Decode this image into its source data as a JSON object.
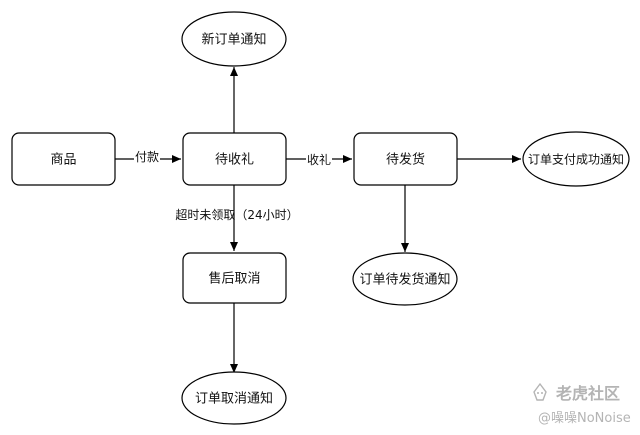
{
  "diagram": {
    "nodes": {
      "product": {
        "label": "商品",
        "shape": "rounded-rect"
      },
      "pending_gift": {
        "label": "待收礼",
        "shape": "rounded-rect"
      },
      "pending_ship": {
        "label": "待发货",
        "shape": "rounded-rect"
      },
      "cancel": {
        "label": "售后取消",
        "shape": "rounded-rect"
      },
      "new_order_notice": {
        "label": "新订单通知",
        "shape": "ellipse"
      },
      "paid_notice": {
        "label": "订单支付成功通知",
        "shape": "ellipse"
      },
      "ship_notice": {
        "label": "订单待发货通知",
        "shape": "ellipse"
      },
      "cancel_notice": {
        "label": "订单取消通知",
        "shape": "ellipse"
      }
    },
    "edges": {
      "pay": {
        "label": "付款"
      },
      "receive": {
        "label": "收礼"
      },
      "timeout": {
        "label": "超时未领取（24小时）"
      }
    }
  },
  "watermark": {
    "brand": "老虎社区",
    "author": "@噪噪NoNoise"
  },
  "colors": {
    "stroke": "#000000",
    "text": "#111111",
    "watermark": "#b4b4b4"
  }
}
